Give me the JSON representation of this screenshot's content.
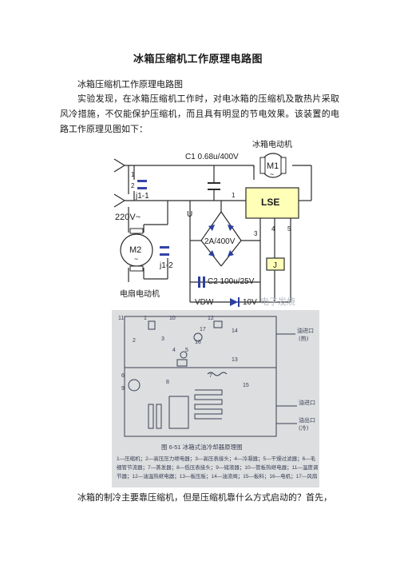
{
  "document": {
    "title": "冰箱压缩机工作原理电路图",
    "subheading": "冰箱压缩机工作原理电路图",
    "paragraph": "实验发现，在冰箱压缩机工作时，对电冰箱的压缩机及散热片采取风冷措施，不仅能保护压缩机，而且具有明显的节电效果。该装置的电路工作原理见图如下：",
    "bottom_line": "冰箱的制冷主要靠压缩机，但是压缩机靠什么方式启动的？首先，"
  },
  "circuit": {
    "c1_label": "C1  0.68u/400V",
    "fridge_motor_label": "冰箱电动机",
    "m1_label": "M1",
    "m1_symbol": "~",
    "lse_label": "LSE",
    "j1_1_label": "j1-1",
    "pin_1": "1",
    "pin_2": "2",
    "pin_1_lse": "1",
    "voltage_label": "220V~",
    "u_label": "U",
    "bridge_label": "2A/400V",
    "pin_3": "3",
    "pin_4": "4",
    "pin_5": "5",
    "m2_label": "M2",
    "m2_symbol": "~",
    "j1_2_label": "j1-2",
    "j_label": "J",
    "c2_label": "C2  100u/25V",
    "fan_motor_label": "电扇电动机",
    "vdw_label": "VDW",
    "vdw_value": "10V",
    "watermark": "电子发烧"
  },
  "diagram2": {
    "caption": "图 6-51   冰箱式油冷却器原理图",
    "legend_1": "1—压缩机；2—高压压力继电器；3—高压表接头；4—冷凝器；5—干燥过滤器；6—毛",
    "legend_2": "细管节流器；7—蒸发器；8—低压表接头；9—储液器；10—管板热继电器；11—温度调",
    "legend_3": "节器；12—油温热继电器；13—板压板；14—油流阀；15—板料；16—电机；17—风扇",
    "oil_inlet": "油进口",
    "oil_outlet": "油出口",
    "in_mark": "(热)",
    "out_mark": "(冷)",
    "n1": "1",
    "n2": "2",
    "n3": "3",
    "n4": "4",
    "n5": "5",
    "n6": "6",
    "n7": "7",
    "n8": "8",
    "n9": "9",
    "n10": "10",
    "n11": "11",
    "n12": "12",
    "n13": "13",
    "n14": "14",
    "n15": "15",
    "n16": "16",
    "n17": "17"
  },
  "colors": {
    "wire": "#2b2b2b",
    "lse_fill": "#ffffb8",
    "diode_blue": "#2c3f9e",
    "switch_blue": "#3444a8",
    "diagram_bg": "#dcdedf",
    "diagram_line": "#3b3f56"
  }
}
